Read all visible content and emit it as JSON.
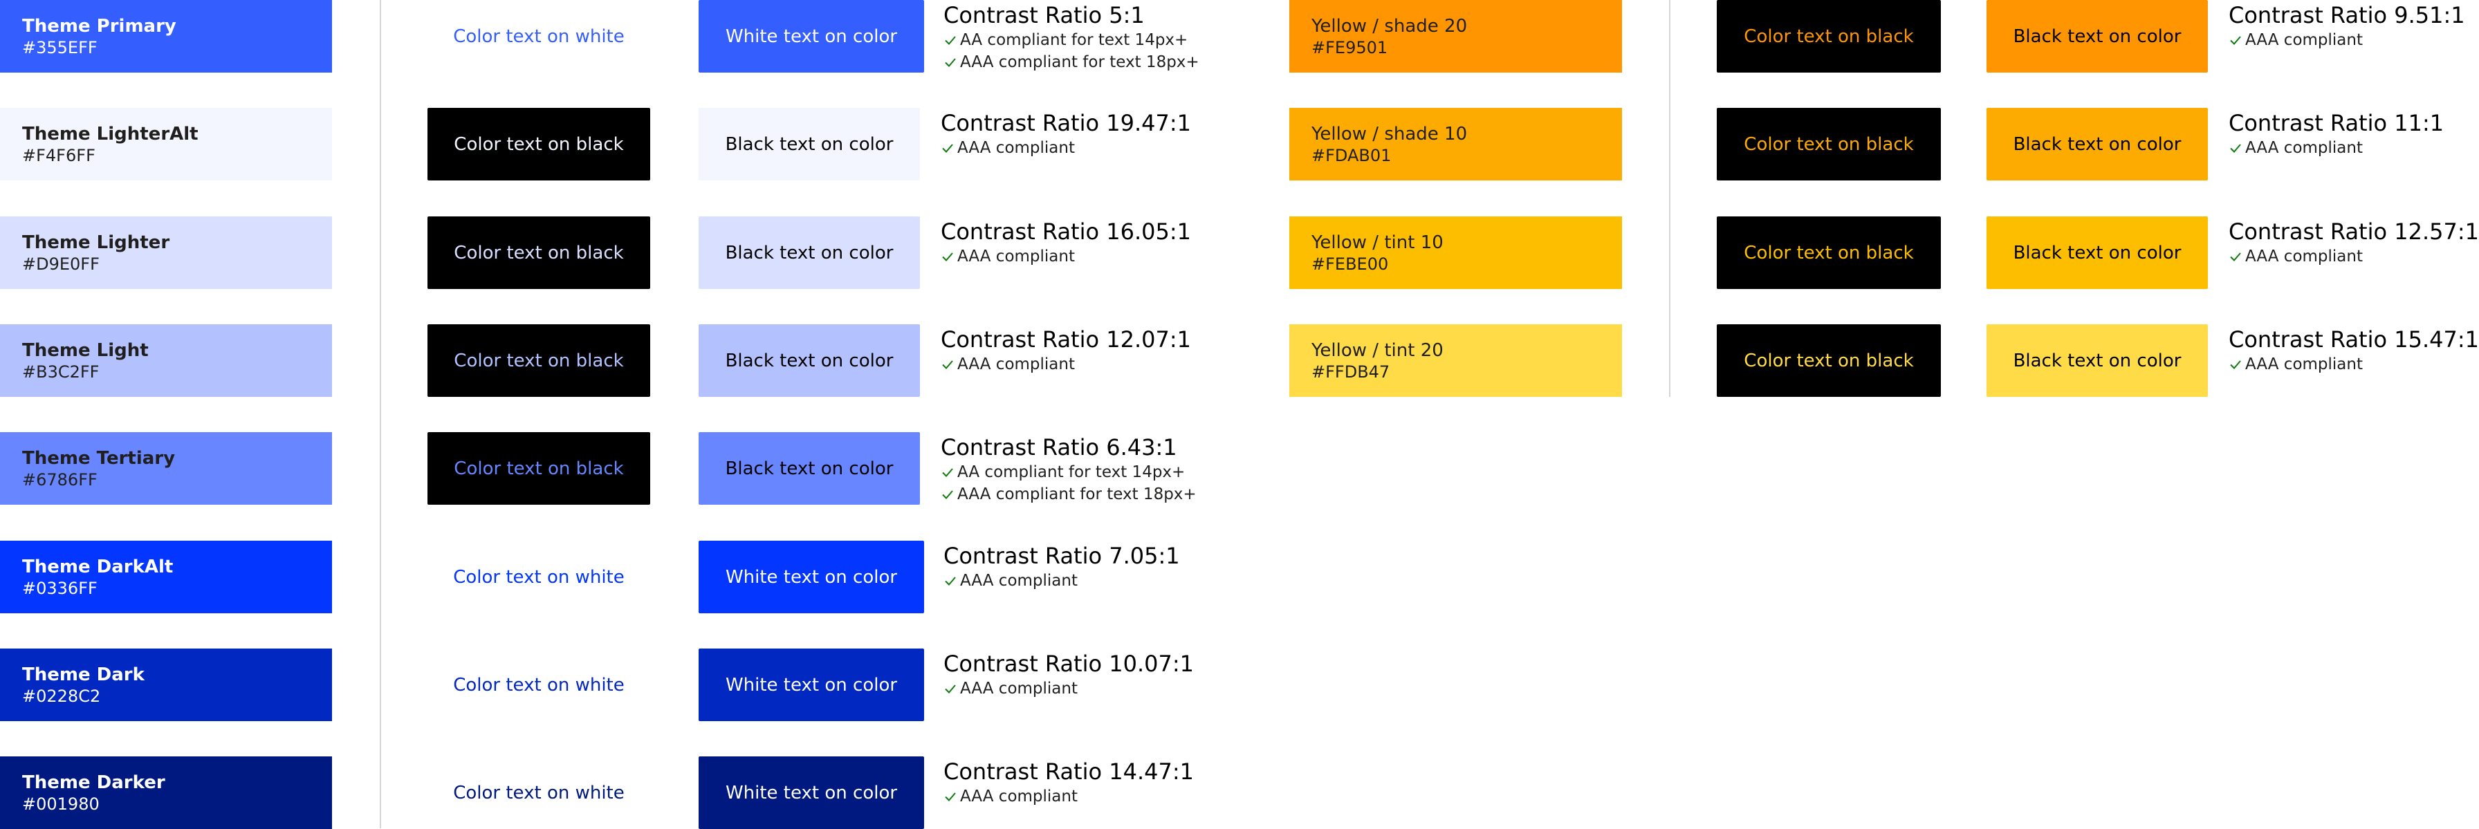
{
  "sample_labels": {
    "color_on_white": "Color text on white",
    "white_on_color": "White text on color",
    "color_on_black": "Color text on black",
    "black_on_color": "Black text on color"
  },
  "theme": [
    {
      "name": "Theme Primary",
      "hex": "#355EFF",
      "color": "#355EFF",
      "name_color": "#FFFFFF",
      "mode": "white",
      "ratio": "Contrast Ratio 5:1",
      "notes": [
        "AA compliant for text 14px+",
        "AAA compliant for text 18px+"
      ]
    },
    {
      "name": "Theme LighterAlt",
      "hex": "#F4F6FF",
      "color": "#F4F6FF",
      "name_color": "#201F1E",
      "mode": "black",
      "ratio": "Contrast Ratio 19.47:1",
      "notes": [
        "AAA compliant"
      ]
    },
    {
      "name": "Theme Lighter",
      "hex": "#D9E0FF",
      "color": "#D9E0FF",
      "name_color": "#201F1E",
      "mode": "black",
      "ratio": "Contrast Ratio 16.05:1",
      "notes": [
        "AAA compliant"
      ]
    },
    {
      "name": "Theme Light",
      "hex": "#B3C2FF",
      "color": "#B3C2FF",
      "name_color": "#201F1E",
      "mode": "black",
      "ratio": "Contrast Ratio 12.07:1",
      "notes": [
        "AAA compliant"
      ]
    },
    {
      "name": "Theme Tertiary",
      "hex": "#6786FF",
      "color": "#6786FF",
      "name_color": "#201F1E",
      "mode": "black",
      "ratio": "Contrast Ratio 6.43:1",
      "notes": [
        "AA compliant for text 14px+",
        "AAA compliant for text 18px+"
      ]
    },
    {
      "name": "Theme DarkAlt",
      "hex": "#0336FF",
      "color": "#0336FF",
      "name_color": "#FFFFFF",
      "mode": "white",
      "ratio": "Contrast Ratio 7.05:1",
      "notes": [
        "AAA compliant"
      ]
    },
    {
      "name": "Theme Dark",
      "hex": "#0228C2",
      "color": "#0228C2",
      "name_color": "#FFFFFF",
      "mode": "white",
      "ratio": "Contrast Ratio 10.07:1",
      "notes": [
        "AAA compliant"
      ]
    },
    {
      "name": "Theme Darker",
      "hex": "#001980",
      "color": "#001980",
      "name_color": "#FFFFFF",
      "mode": "white",
      "ratio": "Contrast Ratio 14.47:1",
      "notes": [
        "AAA compliant"
      ]
    }
  ],
  "yellow": [
    {
      "name": "Yellow / shade 20",
      "hex": "#FE9501",
      "color": "#FE9501",
      "ratio": "Contrast Ratio 9.51:1",
      "notes": [
        "AAA compliant"
      ]
    },
    {
      "name": "Yellow / shade 10",
      "hex": "#FDAB01",
      "color": "#FDAB01",
      "ratio": "Contrast Ratio 11:1",
      "notes": [
        "AAA compliant"
      ]
    },
    {
      "name": "Yellow / tint 10",
      "hex": "#FEBE00",
      "color": "#FEBE00",
      "ratio": "Contrast Ratio 12.57:1",
      "notes": [
        "AAA compliant"
      ]
    },
    {
      "name": "Yellow / tint 20",
      "hex": "#FFDB47",
      "color": "#FFDB47",
      "ratio": "Contrast Ratio 15.47:1",
      "notes": [
        "AAA compliant"
      ]
    }
  ],
  "colors": {
    "black": "#000000",
    "white": "#FFFFFF",
    "check": "#107C10",
    "divider": "#D6D6D6",
    "text": "#201F1E"
  },
  "icons": {
    "check": "checkmark-icon"
  }
}
